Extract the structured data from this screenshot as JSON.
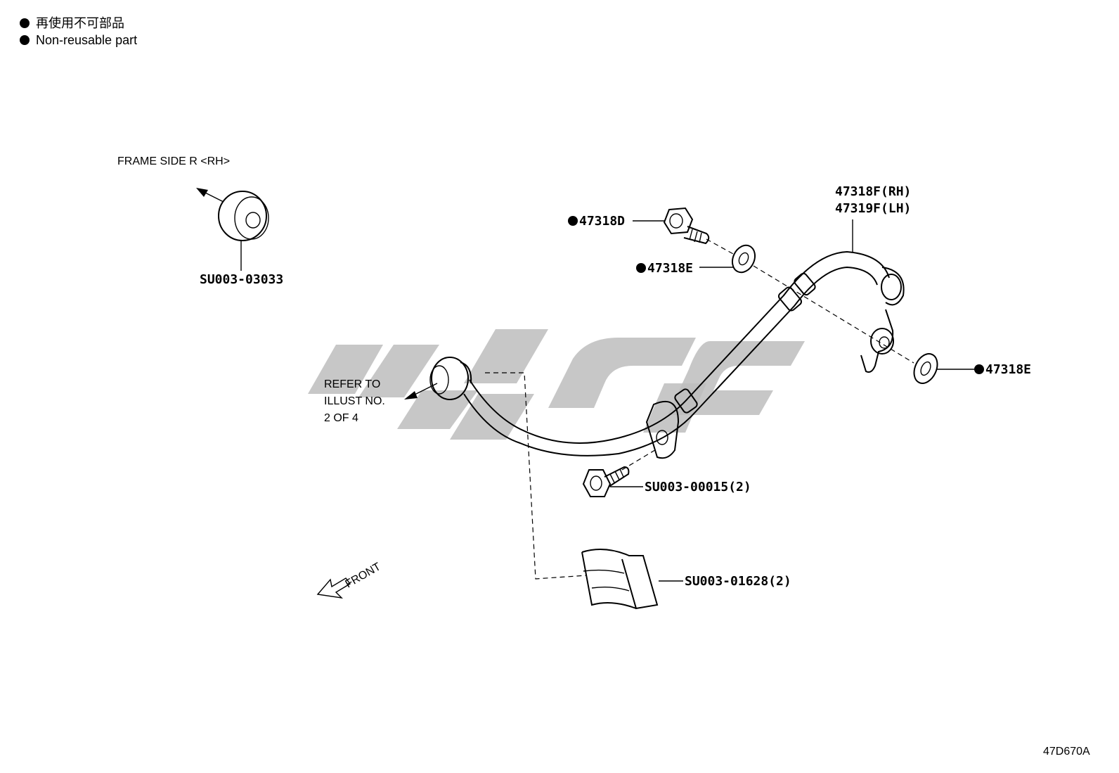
{
  "legend": {
    "line_jp": "再使用不可部品",
    "line_en": "Non-reusable part"
  },
  "labels": {
    "frame_side": "FRAME SIDE R <RH>",
    "refer_line1": "REFER TO",
    "refer_line2": "ILLUST NO.",
    "refer_line3": "2 OF 4",
    "front": "FRONT"
  },
  "parts": {
    "grommet": "SU003-03033",
    "hose_rh": "47318F(RH)",
    "hose_lh": "47319F(LH)",
    "bolt_d": "47318D",
    "washer_e1": "47318E",
    "washer_e2": "47318E",
    "bolt_small": "SU003-00015(2)",
    "clip": "SU003-01628(2)"
  },
  "drawing_id": "47D670A",
  "colors": {
    "line": "#000000",
    "watermark": "#bdbdbd",
    "background": "#ffffff"
  }
}
